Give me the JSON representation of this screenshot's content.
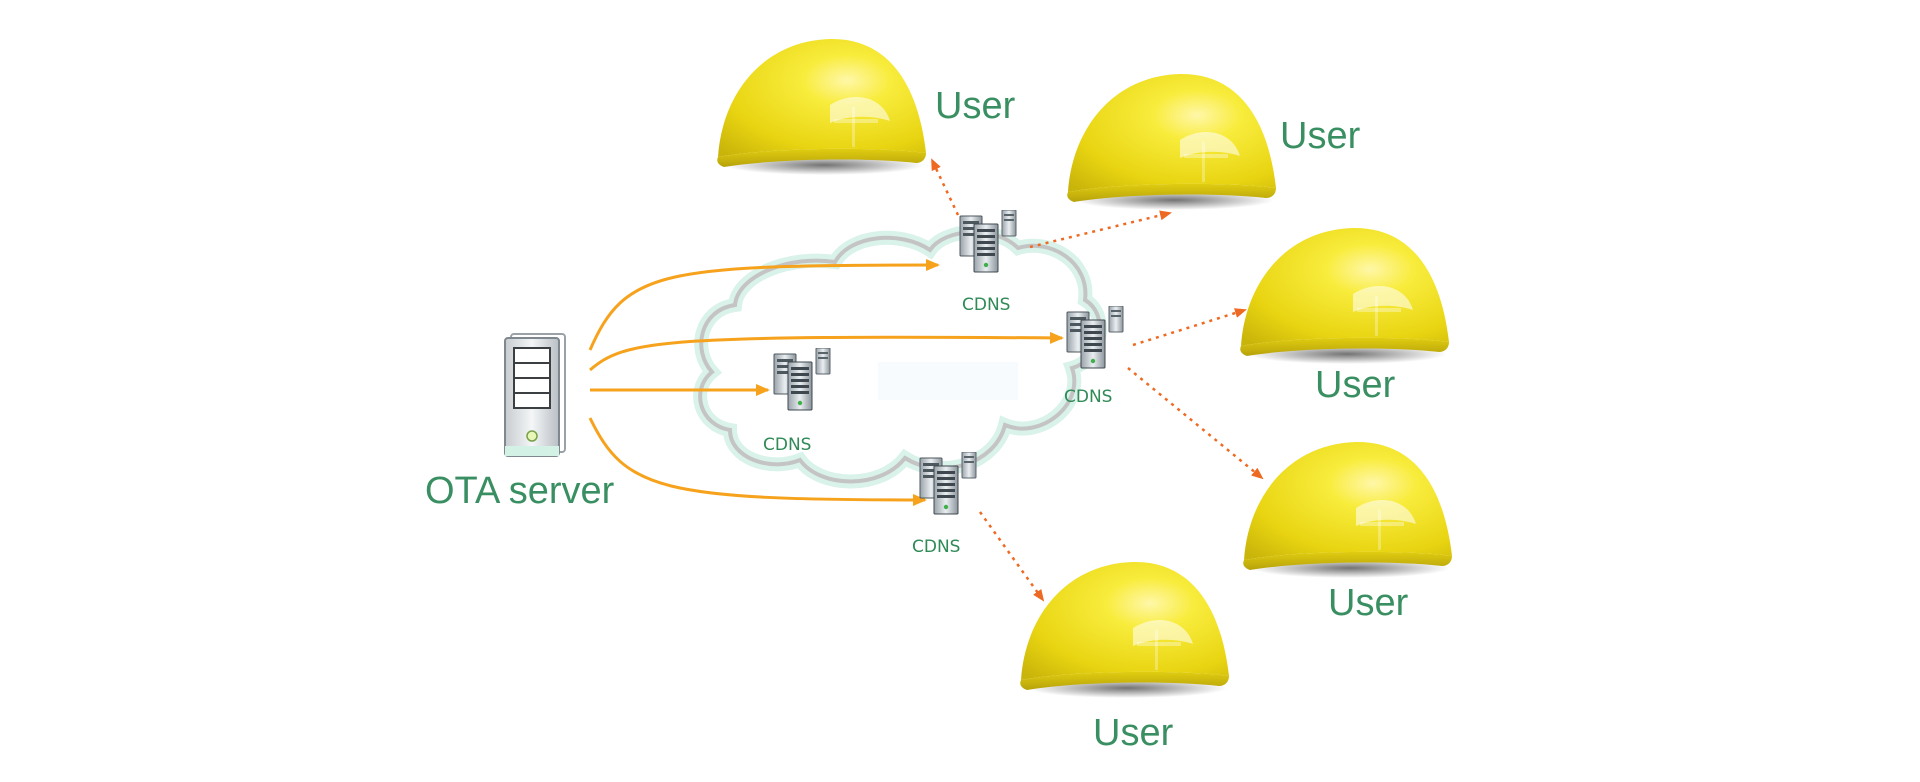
{
  "colors": {
    "label_green": "#3a8f62",
    "server_arrow": "#f6a21c",
    "user_arrow": "#ee6a22",
    "helmet_yellow": "#f3e11f"
  },
  "server": {
    "label": "OTA server",
    "icon": "server-tower-icon"
  },
  "cdns_nodes": [
    {
      "label": "CDNS",
      "icon": "server-rack-icon"
    },
    {
      "label": "CDNS",
      "icon": "server-rack-icon"
    },
    {
      "label": "CDNS",
      "icon": "server-rack-icon"
    },
    {
      "label": "CDNS",
      "icon": "server-rack-icon"
    }
  ],
  "users": [
    {
      "label": "User",
      "icon": "helmet-icon"
    },
    {
      "label": "User",
      "icon": "helmet-icon"
    },
    {
      "label": "User",
      "icon": "helmet-icon"
    },
    {
      "label": "User",
      "icon": "helmet-icon"
    },
    {
      "label": "User",
      "icon": "helmet-icon"
    }
  ]
}
